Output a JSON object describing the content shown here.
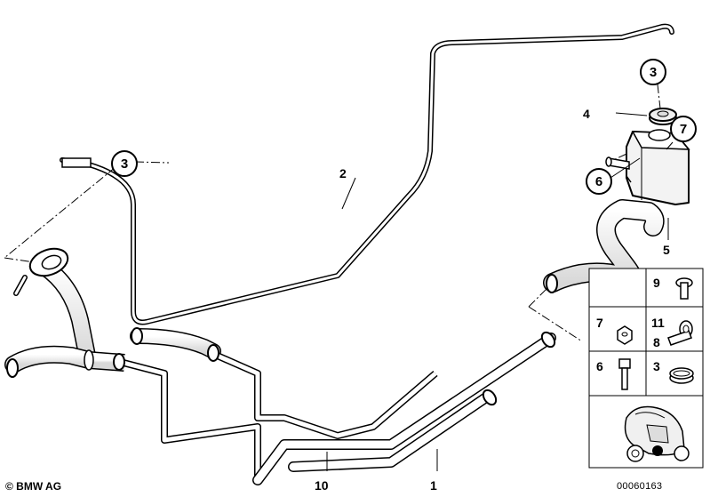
{
  "callouts": {
    "c1": "1",
    "c2": "2",
    "c3_left": "3",
    "c3_right": "3",
    "c4": "4",
    "c5": "5",
    "c6": "6",
    "c7": "7",
    "c10": "10"
  },
  "parts_panel": {
    "p9": "9",
    "p7": "7",
    "p11": "11",
    "p8": "8",
    "p6": "6",
    "p3": "3"
  },
  "footer": {
    "copyright": "© BMW AG",
    "doc_number": "00060163"
  }
}
